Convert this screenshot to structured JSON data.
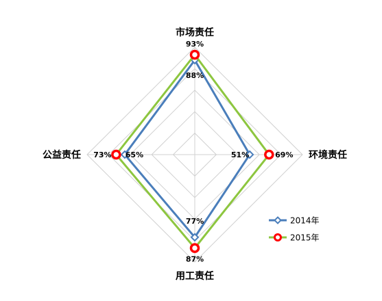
{
  "chart_data": {
    "type": "radar",
    "categories": [
      "市场责任",
      "环境责任",
      "用工责任",
      "公益责任"
    ],
    "series": [
      {
        "name": "2014年",
        "values": [
          88,
          51,
          77,
          65
        ],
        "color": "#4a7ebb",
        "marker": "diamond"
      },
      {
        "name": "2015年",
        "values": [
          93,
          69,
          87,
          73
        ],
        "color": "#8dc63f",
        "marker": "circle",
        "marker_color": "#ff0000"
      }
    ],
    "value_labels": {
      "2014年": [
        "88%",
        "51%",
        "77%",
        "65%"
      ],
      "2015年": [
        "93%",
        "69%",
        "87%",
        "73%"
      ]
    },
    "rlim": [
      0,
      100
    ],
    "grid": true,
    "legend": "bottom-right",
    "title": "",
    "xlabel": "",
    "ylabel": ""
  }
}
